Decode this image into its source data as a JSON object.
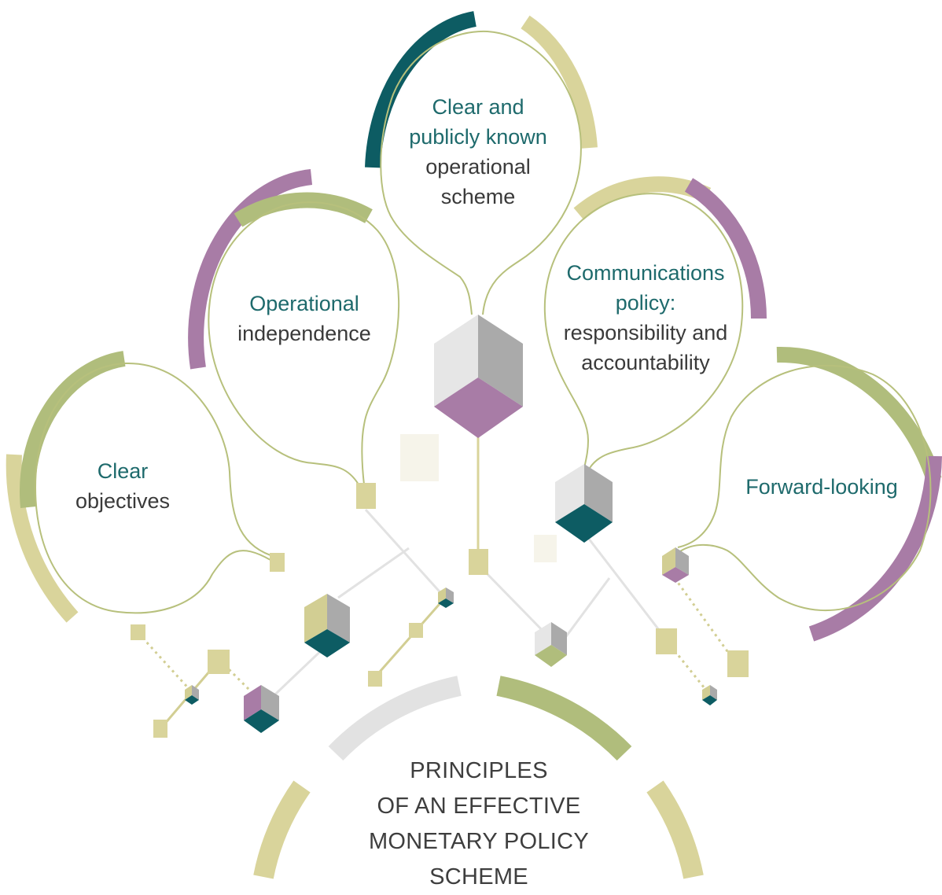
{
  "colors": {
    "teal": "#0d5c63",
    "purple": "#a87ca6",
    "olive": "#b0bd7c",
    "sand": "#d9d49b",
    "outline": "#b7c07c",
    "light_grey": "#e2e2e2",
    "cube_top": "#e6e6e6",
    "cube_side": "#aaaaaa",
    "text_teal": "#1e6a6c",
    "text_grey": "#3a3a3a"
  },
  "bubbles": {
    "clear_objectives": {
      "line1": "Clear",
      "line2": "objectives"
    },
    "operational_independence": {
      "line1": "Operational",
      "line2": "independence"
    },
    "operational_scheme": {
      "line1": "Clear and",
      "line2": "publicly known",
      "line3": "operational",
      "line4": "scheme"
    },
    "communications": {
      "line1": "Communications",
      "line2": "policy:",
      "line3": "responsibility and",
      "line4": "accountability"
    },
    "forward_looking": {
      "line1": "Forward-looking"
    }
  },
  "title": {
    "line1": "PRINCIPLES",
    "line2": "OF AN EFFECTIVE",
    "line3": "MONETARY POLICY",
    "line4": "SCHEME"
  }
}
